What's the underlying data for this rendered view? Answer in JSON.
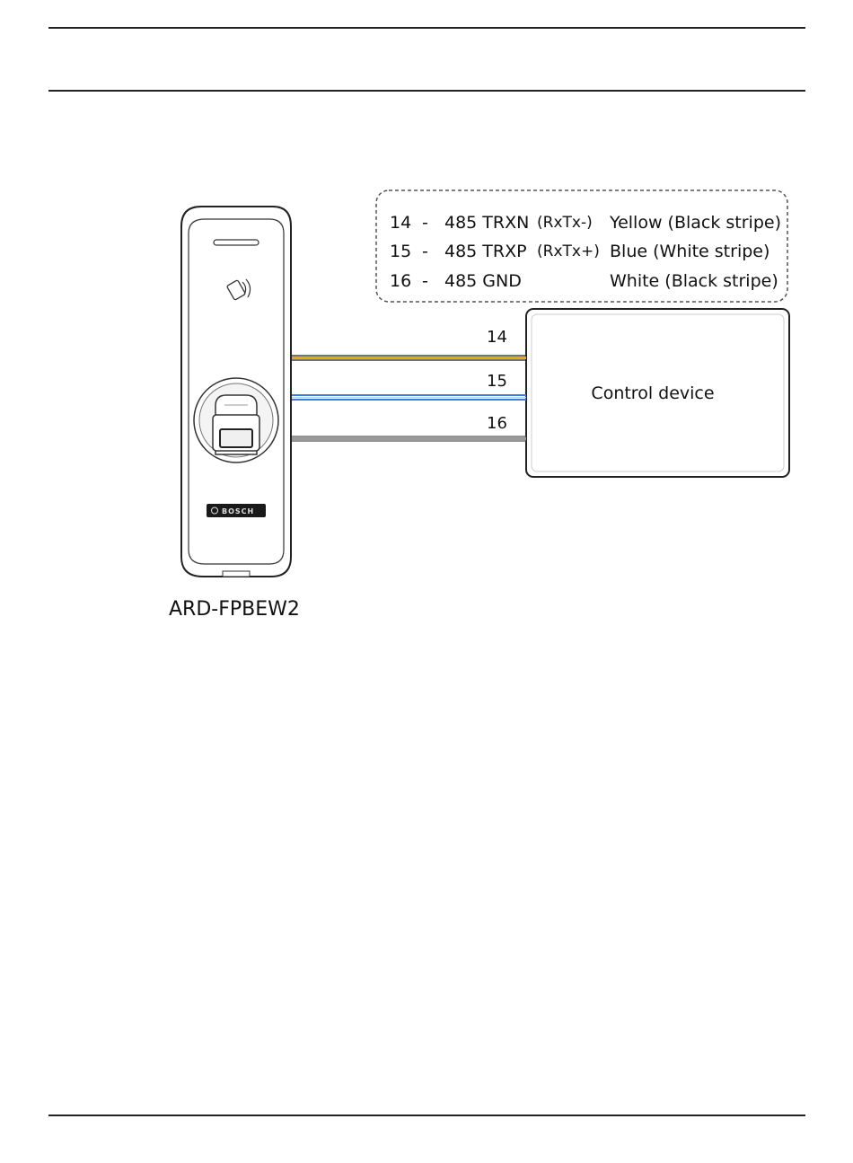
{
  "legend": {
    "rows": [
      {
        "pin": "14",
        "dash": "-",
        "signal": "485 TRXN",
        "alias": "(RxTx-)",
        "color_desc": "Yellow (Black stripe)"
      },
      {
        "pin": "15",
        "dash": "-",
        "signal": "485 TRXP",
        "alias": "(RxTx+)",
        "color_desc": "Blue (White stripe)"
      },
      {
        "pin": "16",
        "dash": "-",
        "signal": "485 GND",
        "alias": "",
        "color_desc": "White (Black stripe)"
      }
    ]
  },
  "wires": [
    {
      "label": "14",
      "color": "#e0b000"
    },
    {
      "label": "15",
      "color": "#3a7fd5"
    },
    {
      "label": "16",
      "color": "#9a9a9a"
    }
  ],
  "control_device": {
    "label": "Control device"
  },
  "reader": {
    "model": "ARD-FPBEW2",
    "brand": "BOSCH"
  },
  "icons": {
    "card": "contactless-card-icon",
    "fingerprint": "fingerprint-sensor-icon",
    "brand": "bosch-logo-icon"
  }
}
